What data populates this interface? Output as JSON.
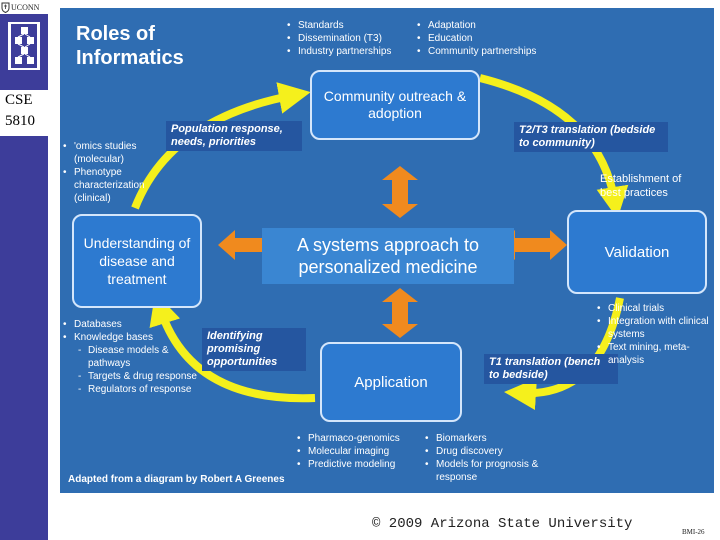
{
  "sidebar": {
    "uconn": "UCONN",
    "course": "CSE",
    "course_num": "5810"
  },
  "slide": {
    "title_line1": "Roles of",
    "title_line2": "Informatics",
    "top_list_a": [
      "Standards",
      "Dissemination (T3)",
      "Industry partnerships"
    ],
    "top_list_b": [
      "Adaptation",
      "Education",
      "Community partnerships"
    ],
    "box_community": "Community outreach & adoption",
    "box_understanding": "Understanding of disease and treatment",
    "box_validation": "Validation",
    "box_application": "Application",
    "center_text": "A systems approach to personalized medicine",
    "label_population": "Population response, needs, priorities",
    "label_t2t3": "T2/T3 translation (bedside to community)",
    "label_identifying": "Identifying promising opportunities",
    "label_t1": "T1 translation (bench to bedside)",
    "left_upper_list": [
      "'omics studies (molecular)",
      "Phenotype characterization (clinical)"
    ],
    "left_lower_list": [
      {
        "text": "Databases",
        "sub": false
      },
      {
        "text": "Knowledge bases",
        "sub": false
      },
      {
        "text": "Disease models & pathways",
        "sub": true
      },
      {
        "text": "Targets & drug response",
        "sub": true
      },
      {
        "text": "Regulators of response",
        "sub": true
      }
    ],
    "establishment": "Establishment of best practices",
    "validation_list": [
      "Clinical trials",
      "Integration with clinical systems",
      "Text mining, meta-analysis"
    ],
    "bottom_list_a": [
      "Pharmaco-genomics",
      "Molecular imaging",
      "Predictive modeling"
    ],
    "bottom_list_b": [
      "Biomarkers",
      "Drug discovery",
      "Models for prognosis & response"
    ],
    "credit": "Adapted from a diagram by Robert A Greenes"
  },
  "footer": "© 2009 Arizona State University",
  "page_number": "BMI-26",
  "colors": {
    "sidebar": "#3d3d9a",
    "slide_bg": "#2f6db2",
    "arrow_yellow": "#f5f01c",
    "arrow_orange": "#f08a1e"
  }
}
